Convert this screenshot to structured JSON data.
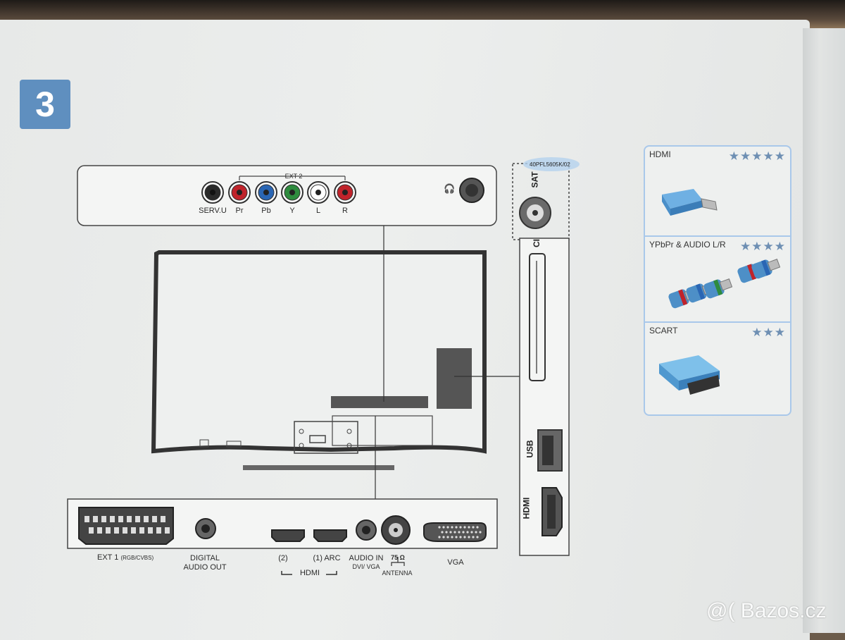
{
  "step_number": "3",
  "side_panel": {
    "ext2_label": "EXT 2",
    "ports": [
      "SERV.U",
      "Pr",
      "Pb",
      "Y",
      "L",
      "R"
    ],
    "port_colors": [
      "#2a2a2a",
      "#c0232b",
      "#2a66b4",
      "#2e8b3e",
      "#ffffff",
      "#c0232b"
    ],
    "headphone_symbol": "🎧"
  },
  "model_label": "40PFL5605K/02",
  "right_panel": {
    "sat": "SAT",
    "ci": "CI",
    "usb": "USB",
    "hdmi": "HDMI"
  },
  "bottom_panel": {
    "ext1": "EXT 1",
    "ext1_sub": "(RGB/CVBS)",
    "digital_audio_out_1": "DIGITAL",
    "digital_audio_out_2": "AUDIO OUT",
    "hdmi2": "(2)",
    "hdmi1": "(1) ARC",
    "hdmi_group": "HDMI",
    "audio_in": "AUDIO IN",
    "audio_in_sub": "DVI/ VGA",
    "antenna_ohm": "75 Ω",
    "antenna": "ANTENNA",
    "vga": "VGA"
  },
  "legend": [
    {
      "name": "HDMI",
      "stars": "★★★★★"
    },
    {
      "name": "YPbPr & AUDIO L/R",
      "stars": "★★★★"
    },
    {
      "name": "SCART",
      "stars": "★★★"
    }
  ],
  "watermark": "@( Bazos.cz"
}
